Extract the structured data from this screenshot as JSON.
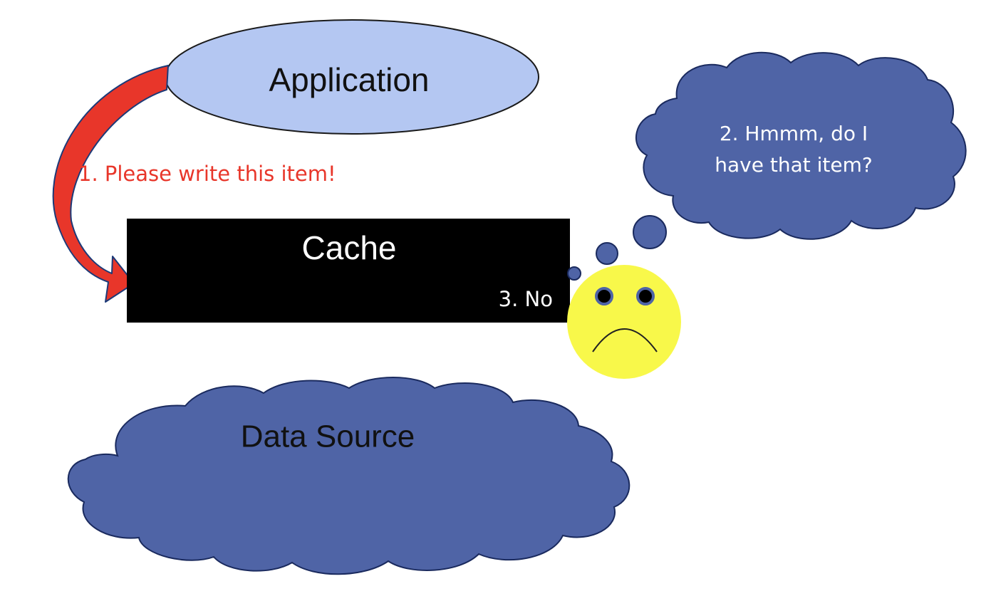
{
  "diagram": {
    "application": {
      "label": "Application"
    },
    "request": {
      "label": "1. Please write this item!"
    },
    "cache": {
      "label": "Cache",
      "answer": "3. No"
    },
    "thought": {
      "line1": "2. Hmmm, do I",
      "line2": "have that item?"
    },
    "data_source": {
      "label": "Data Source"
    },
    "face": {
      "expression": "sad"
    }
  },
  "colors": {
    "application_fill": "#b4c7f2",
    "cloud_fill": "#4f64a6",
    "cache_fill": "#000000",
    "arrow_fill": "#e8362a",
    "request_text": "#e8362a",
    "face_fill": "#f8f84a"
  }
}
